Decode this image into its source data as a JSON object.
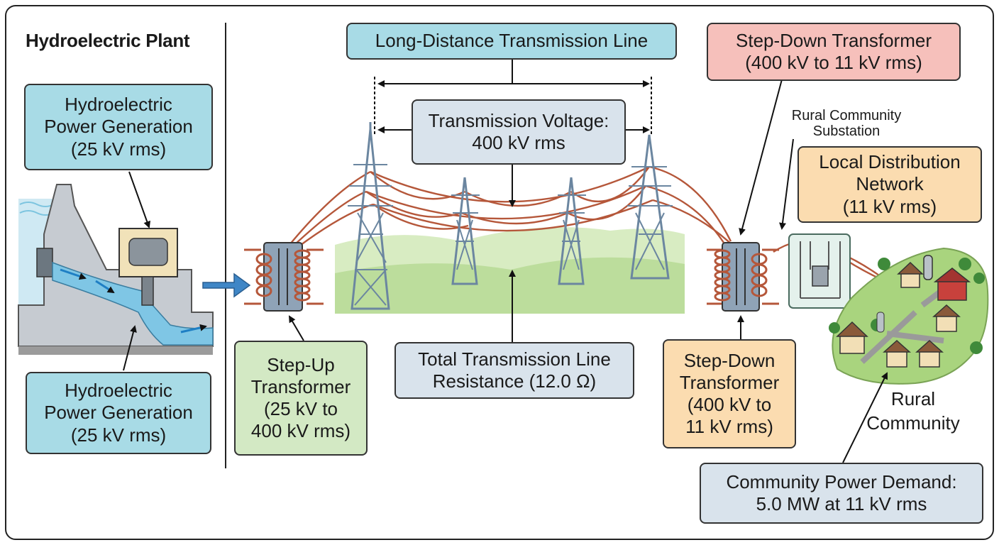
{
  "plant_title": "Hydroelectric Plant",
  "labels": {
    "gen_top": [
      "Hydroelectric",
      "Power Generation",
      "(25 kV rms)"
    ],
    "gen_bottom": [
      "Hydroelectric",
      "Power Generation",
      "(25 kV rms)"
    ],
    "line_title": "Long-Distance Transmission Line",
    "voltage": [
      "Transmission Voltage:",
      "400 kV rms"
    ],
    "resistance": [
      "Total Transmission Line",
      "Resistance (12.0 Ω)"
    ],
    "stepup": [
      "Step-Up",
      "Transformer",
      "(25 kV to",
      "400 kV rms)"
    ],
    "stepdown_top": [
      "Step-Down Transformer",
      "(400 kV to 11 kV rms)"
    ],
    "stepdown_mid": [
      "Step-Down",
      "Transformer",
      "(400 kV to",
      "11 kV rms)"
    ],
    "substation": [
      "Rural Community",
      "Substation"
    ],
    "distribution": [
      "Local Distribution",
      "Network",
      "(11 kV rms)"
    ],
    "community": [
      "Rural",
      "Community"
    ],
    "demand": [
      "Community Power Demand:",
      "5.0 MW at 11 kV rms"
    ]
  },
  "colors": {
    "blue": "#a8dbe6",
    "grey": "#d9e3ec",
    "pink": "#f6c0bb",
    "amber": "#fbdcb0",
    "green": "#d3e9c4",
    "wire": "#b5573a",
    "tower": "#6b86a0"
  }
}
